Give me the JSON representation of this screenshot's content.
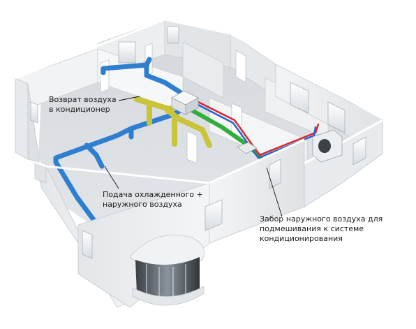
{
  "labels": {
    "return_air": {
      "line1": "Возврат воздуха",
      "line2": "в кондиционер"
    },
    "supply_air": {
      "line1": "Подача охлажденного +",
      "line2": "наружного воздуха"
    },
    "outdoor_intake": {
      "line1": "Забор наружного воздуха для",
      "line2": "подмешивания к системе",
      "line3": "кондиционирования"
    }
  },
  "colors": {
    "supply_duct": "#2f7fd0",
    "return_duct": "#c9c43a",
    "fresh_air_duct": "#2fae3c",
    "refrigerant_hot": "#d8262e",
    "refrigerant_cold": "#2b63c8",
    "wall": "#eef0f2",
    "floor": "#dcdfe2"
  }
}
